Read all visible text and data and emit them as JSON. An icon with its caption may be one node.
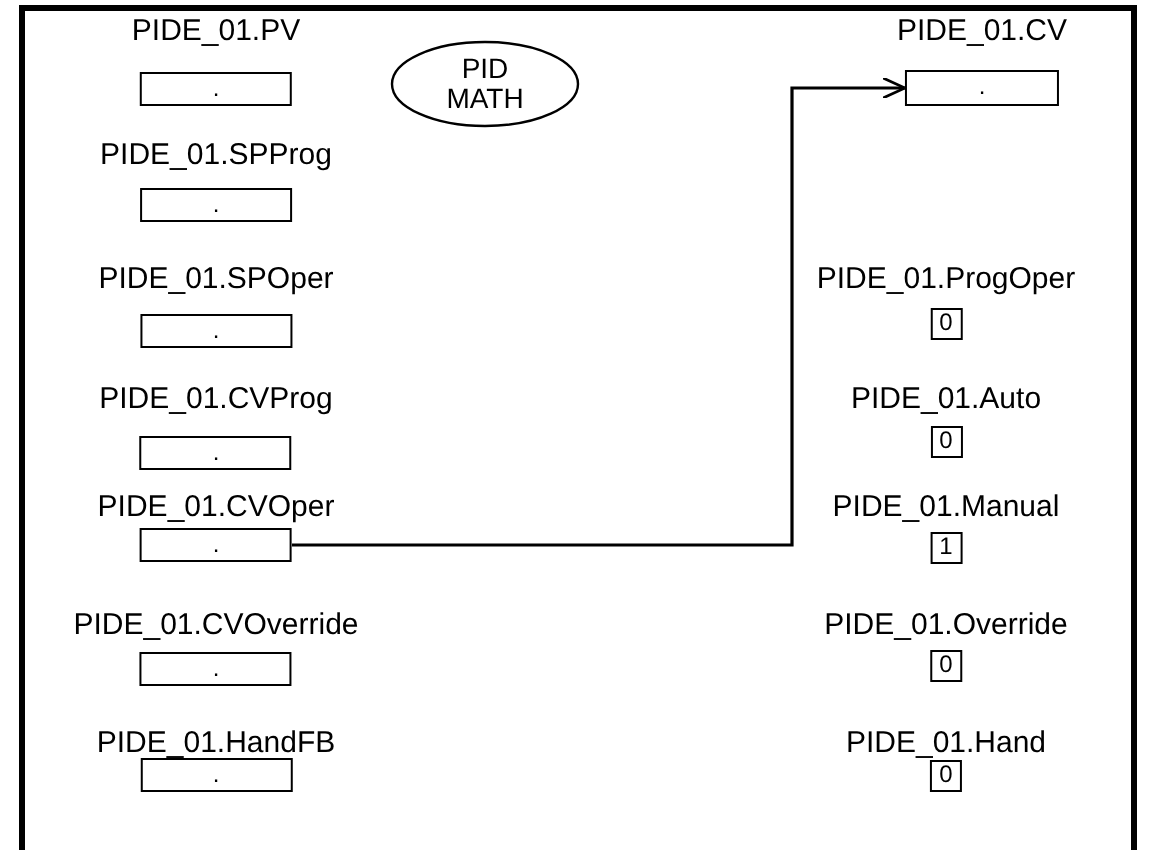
{
  "diagram": {
    "nodes": [
      {
        "text": [
          "PIDE_01.PV",
          "."
        ]
      },
      {
        "text": [
          "PID MATH"
        ]
      },
      {
        "text": [
          "PIDE_01.CV",
          "."
        ]
      },
      {
        "text": [
          "PIDE_01.SPProg",
          "."
        ]
      },
      {
        "text": [
          "PIDE_01.SPOper",
          "."
        ]
      },
      {
        "text": [
          "PIDE_01.CVProg",
          "."
        ]
      },
      {
        "text": [
          "PIDE_01.CVOper",
          "."
        ]
      },
      {
        "text": [
          "PIDE_01.CVOverride",
          "."
        ]
      },
      {
        "text": [
          "PIDE_01.HandFB",
          "."
        ]
      },
      {
        "text": [
          "PIDE_01.ProgOper",
          "0"
        ]
      },
      {
        "text": [
          "PIDE_01.Auto",
          "0"
        ]
      },
      {
        "text": [
          "PIDE_01.Manual",
          "1"
        ]
      },
      {
        "text": [
          "PIDE_01.Override",
          "0"
        ]
      },
      {
        "text": [
          "PIDE_01.Hand",
          "0"
        ]
      }
    ],
    "edges": [
      {
        "from": 6,
        "to": 2,
        "arrow": "to"
      }
    ]
  }
}
